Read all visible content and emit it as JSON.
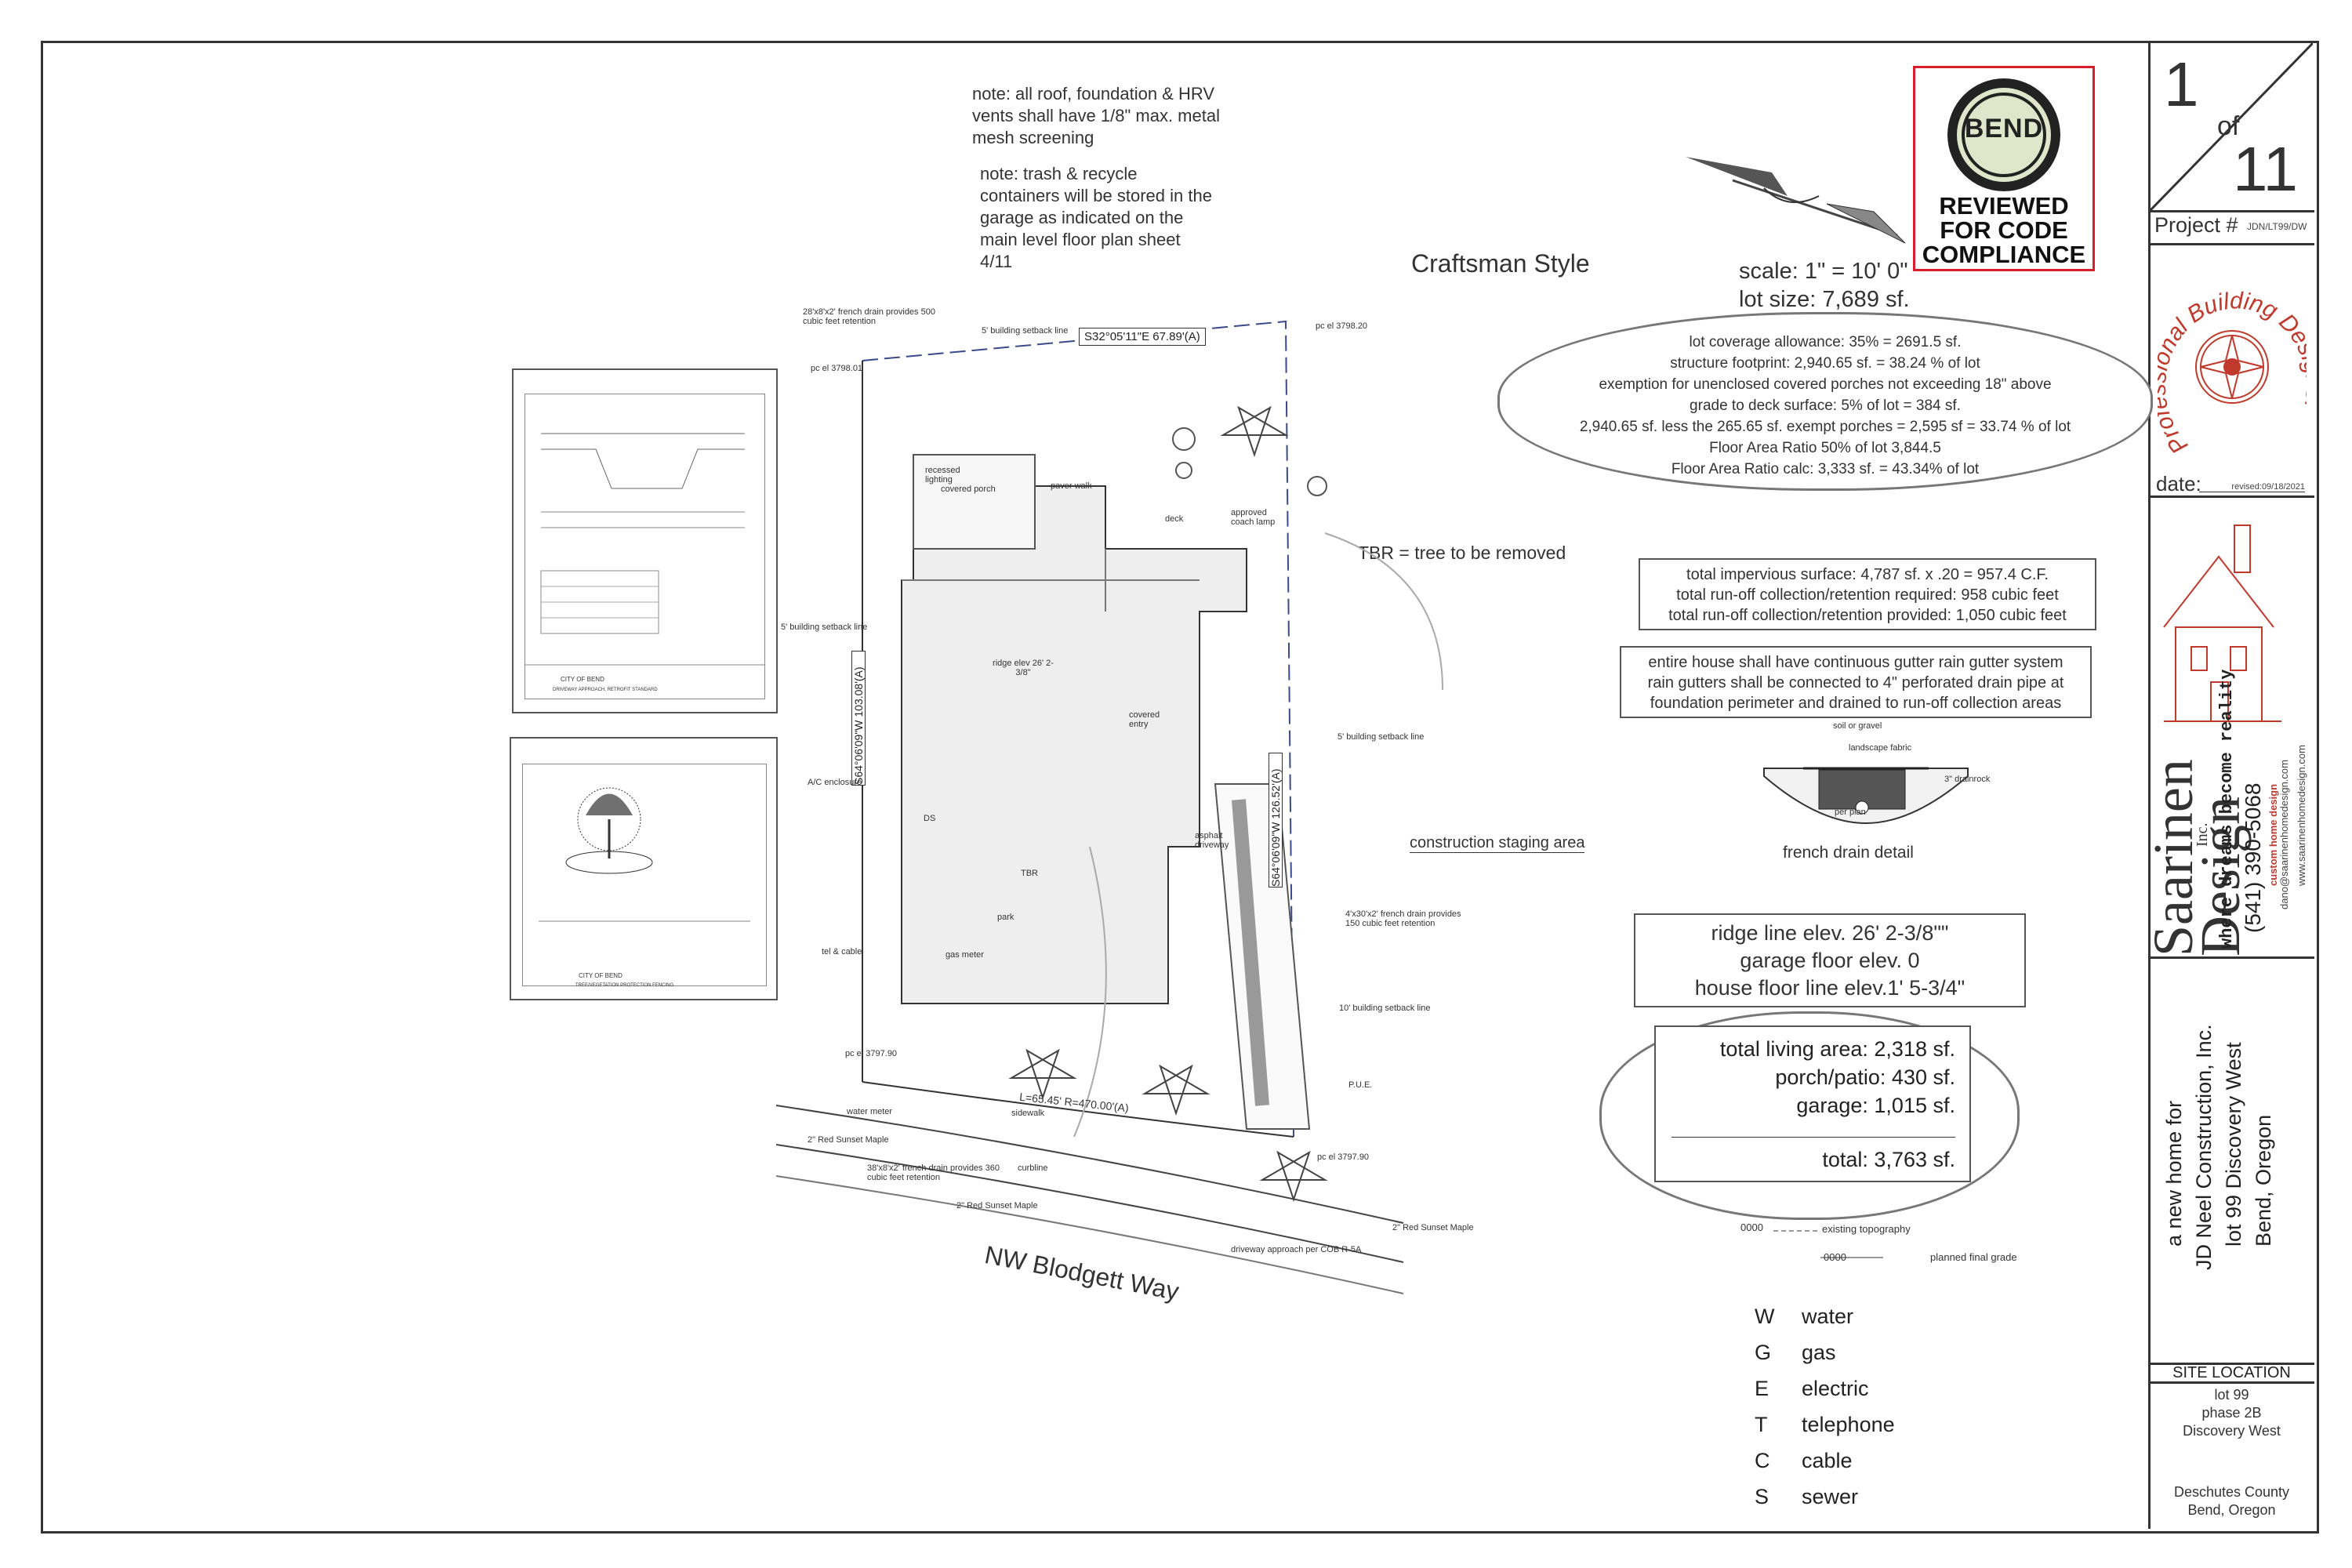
{
  "notes": {
    "vents": "note: all roof, foundation & HRV vents shall have 1/8\" max. metal mesh screening",
    "trash": "note: trash & recycle containers will be stored in the garage as indicated on the main level floor plan sheet 4/11"
  },
  "style_title": "Craftsman Style",
  "stamp": {
    "logo": "BEND",
    "line1": "REVIEWED",
    "line2": "FOR CODE",
    "line3": "COMPLIANCE"
  },
  "scale": "scale: 1\" = 10' 0\"",
  "lot_size": "lot size: 7,689 sf.",
  "coverage": [
    "lot coverage allowance: 35%  = 2691.5 sf.",
    "structure footprint:  2,940.65 sf.  = 38.24 % of lot",
    "exemption for  unenclosed covered porches not exceeding 18\"  above",
    "grade to deck surface: 5% of lot =  384 sf.",
    "2,940.65 sf. less the 265.65 sf. exempt porches = 2,595 sf = 33.74 % of lot",
    "Floor Area Ratio 50% of lot 3,844.5",
    "Floor Area Ratio calc: 3,333 sf. = 43.34% of lot"
  ],
  "tbr_note": "TBR = tree to be removed",
  "runoff": [
    "total impervious surface: 4,787 sf. x .20 = 957.4 C.F.",
    "total run-off collection/retention required: 958 cubic feet",
    "total run-off collection/retention provided: 1,050 cubic feet"
  ],
  "gutter": [
    "entire house shall have continuous gutter rain gutter system",
    "rain gutters shall be connected to 4\" perforated drain pipe at",
    "foundation perimeter and drained to run-off collection areas"
  ],
  "french_drain": {
    "title": "french drain detail",
    "l1": "soil or gravel",
    "l2": "landscape fabric",
    "l3": "3\" drainrock",
    "l4": "per plan"
  },
  "elevations": [
    "ridge line elev. 26' 2-3/8\"\"",
    "garage floor elev. 0",
    "house floor line elev.1' 5-3/4\""
  ],
  "areas": {
    "living": "total living area: 2,318 sf.",
    "porch": "porch/patio: 430 sf.",
    "garage": "garage: 1,015 sf.",
    "total": "total: 3,763 sf."
  },
  "construction_staging": "construction staging area",
  "topo": {
    "existing_num": "0000",
    "existing": "existing topography",
    "planned_num": "0000",
    "planned": "planned final grade"
  },
  "legend": [
    {
      "k": "W",
      "v": "water"
    },
    {
      "k": "G",
      "v": "gas"
    },
    {
      "k": "E",
      "v": "electric"
    },
    {
      "k": "T",
      "v": "telephone"
    },
    {
      "k": "C",
      "v": "cable"
    },
    {
      "k": "S",
      "v": "sewer"
    }
  ],
  "street": "NW Blodgett Way",
  "plan_labels": {
    "setback_top": "5' building setback line",
    "setback_left": "5' building setback line",
    "setback_right": "5' building setback line",
    "setback_front": "10' building setback line",
    "bearing_top": "S32°05'11\"E  67.89'(A)",
    "bearing_left": "S64°06'09\"W  103.08'(A)",
    "bearing_right": "S64°06'09\"W  126.52'(A)",
    "curve": "L=65.45'  R=470.00'(A)",
    "ridge": "ridge elev 26' 2-3/8\"",
    "covered_porch": "covered porch",
    "recessed": "recessed lighting",
    "paver_walk": "paver walk",
    "deck": "deck",
    "covered_entry": "covered entry",
    "asphalt": "asphalt driveway",
    "approved_coach": "approved coach lamp",
    "ac": "A/C enclosure",
    "french_top": "28'x8'x2' french drain provides 500 cubic feet retention",
    "french_right": "4'x30'x2' french drain provides 150 cubic feet retention",
    "french_bottom": "38'x8'x2' french drain provides 360 cubic feet retention",
    "maple": "2\" Red Sunset Maple",
    "water_meter": "water meter",
    "sidewalk": "sidewalk",
    "curbline": "curbline",
    "approach": "driveway approach per COB R-5A",
    "pue": "P.U.E.",
    "tel": "tel & cable",
    "gas_meter": "gas meter",
    "pc_el_1": "pc el 3798.20",
    "pc_el_2": "pc el 3798.01",
    "pc_el_3": "pc el 3797.90",
    "pc_el_4": "pc el 3797.90",
    "tbr": "TBR",
    "park": "park",
    "ds": "DS"
  },
  "detail1": {
    "city": "CITY OF BEND",
    "title": "DRIVEWAY APPROACH, RETROFIT STANDARD"
  },
  "detail2": {
    "city": "CITY OF BEND",
    "title": "TREE/VEGETATION PROTECTION FENCING"
  },
  "titleblock": {
    "sheet_num": "1",
    "sheet_of": "of",
    "sheet_total": "11",
    "project_label": "Project #",
    "project_num": "JDN/LT99/DW",
    "seal_text": "Professional Building Designer",
    "date_label": "date:",
    "date_value": "revised:09/18/2021",
    "firm_name": "Saarinen Design",
    "firm_inc": "Inc.",
    "tagline": "where dreams become reality",
    "phone": "(541) 390-5068",
    "firm_sub": "custom home design",
    "email": "dano@saarinenhomedesign.com",
    "web": "www.saarinenhomedesign.com",
    "client_1": "a new home for",
    "client_2": "JD Neel Construction, Inc.",
    "client_3": "lot 99 Discovery West",
    "client_4": "Bend, Oregon",
    "site_heading": "SITE LOCATION",
    "site_lot": "lot 99",
    "site_phase": "phase 2B",
    "site_sub": "Discovery West",
    "county": "Deschutes County",
    "city": "Bend, Oregon"
  },
  "colors": {
    "stamp_red": "#d61f2a",
    "seal_red": "#c0392b",
    "ink": "#333333"
  }
}
